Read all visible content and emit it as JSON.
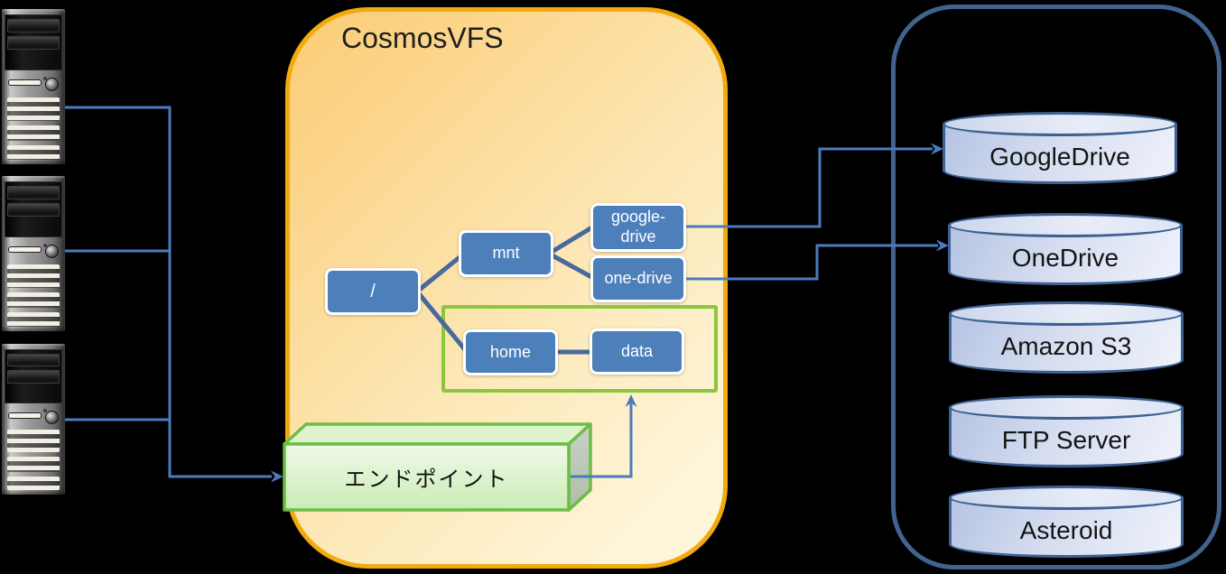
{
  "colors": {
    "background": "#000000",
    "vfs_border": "#F2AB0E",
    "vfs_fill_start": "#FBCC75",
    "vfs_fill_end": "#FEF4D8",
    "node_fill": "#4D80BB",
    "node_text": "#FFFFFF",
    "tree_connector": "#47699E",
    "arrow": "#4B7BBE",
    "group_border": "#8CC63E",
    "endpoint_border": "#6BBE45",
    "panel_border": "#40648E",
    "cylinder_border": "#3D6191",
    "cylinder_fill_start": "#B5C4E3",
    "cylinder_fill_end": "#EFF2FB",
    "title_text": "#1F1F1F"
  },
  "vfs": {
    "title": "CosmosVFS",
    "tree": {
      "root": "/",
      "mnt": "mnt",
      "google_drive": "google-drive",
      "one_drive": "one-drive",
      "home": "home",
      "data": "data"
    },
    "endpoint": {
      "label": "エンドポイント"
    }
  },
  "providers": {
    "items": [
      {
        "label": "GoogleDrive"
      },
      {
        "label": "OneDrive"
      },
      {
        "label": "Amazon S3"
      },
      {
        "label": "FTP Server"
      },
      {
        "label": "Asteroid"
      }
    ]
  },
  "servers": {
    "count": 3
  }
}
